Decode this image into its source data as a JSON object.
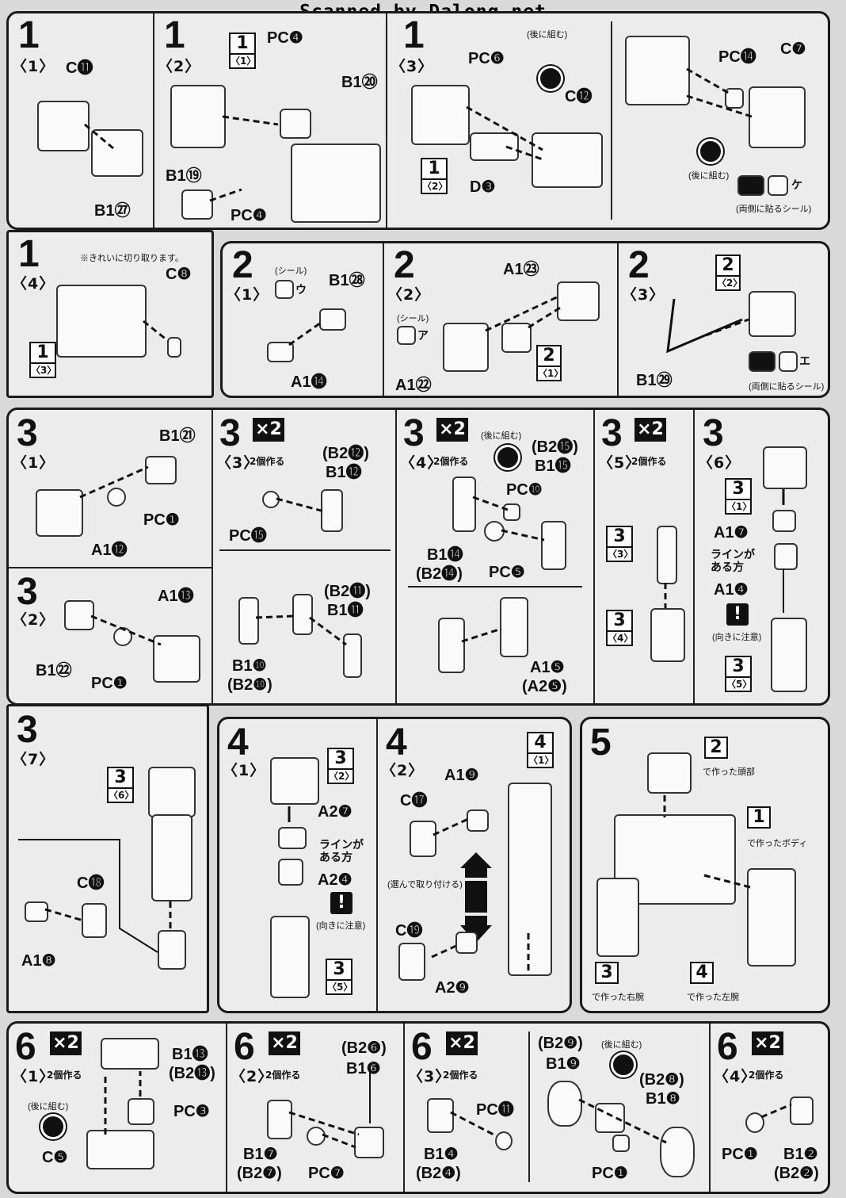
{
  "header": "Scanned by Dalong.net",
  "notes": {
    "clean_cut": "※きれいに切り取ります。",
    "seal": "(シール)",
    "both_sides": "(両側に貼るシール)",
    "assemble_later": "(後に組む)",
    "make_two": "2個作る",
    "lined_side": "ラインが ある方",
    "mind_direction": "(向きに注意)",
    "choose_attach": "(選んで取り付ける)",
    "head_from_2": "で作った頭部",
    "body_from_1": "で作ったボディ",
    "right_arm_from_3": "で作った右腕",
    "left_arm_from_4": "で作った左腕"
  },
  "multiplier": "×2",
  "steps": {
    "s1_1": {
      "num": "1",
      "sub": "〈1〉",
      "parts": [
        "C⓫",
        "B1㉗"
      ]
    },
    "s1_2": {
      "num": "1",
      "sub": "〈2〉",
      "parts": [
        "PC❹",
        "B1⑳",
        "B1⑲",
        "PC❹"
      ],
      "ref": {
        "n": "1",
        "s": "〈1〉"
      }
    },
    "s1_3": {
      "num": "1",
      "sub": "〈3〉",
      "parts": [
        "PC❻",
        "C⓬",
        "D❸",
        "PC⓮",
        "C❼"
      ],
      "ref": {
        "n": "1",
        "s": "〈2〉"
      },
      "seal": "ケ"
    },
    "s1_4": {
      "num": "1",
      "sub": "〈4〉",
      "parts": [
        "C❽"
      ],
      "ref": {
        "n": "1",
        "s": "〈3〉"
      }
    },
    "s2_1": {
      "num": "2",
      "sub": "〈1〉",
      "parts": [
        "B1㉘",
        "A1⓮"
      ],
      "seal": "ウ"
    },
    "s2_2": {
      "num": "2",
      "sub": "〈2〉",
      "parts": [
        "A1㉓",
        "A1㉒"
      ],
      "seal": "ア",
      "ref": {
        "n": "2",
        "s": "〈1〉"
      }
    },
    "s2_3": {
      "num": "2",
      "sub": "〈3〉",
      "parts": [
        "B1㉙"
      ],
      "seal": "エ",
      "ref": {
        "n": "2",
        "s": "〈2〉"
      }
    },
    "s3_1": {
      "num": "3",
      "sub": "〈1〉",
      "parts": [
        "B1㉑",
        "PC❶",
        "A1⓬"
      ]
    },
    "s3_2": {
      "num": "3",
      "sub": "〈2〉",
      "parts": [
        "A1⓭",
        "B1㉒",
        "PC❶"
      ]
    },
    "s3_3": {
      "num": "3",
      "sub": "〈3〉",
      "parts": [
        "(B2⓬)",
        "B1⓬",
        "PC⓯",
        "(B2⓫)",
        "B1⓫",
        "B1❿",
        "(B2❿)"
      ]
    },
    "s3_4": {
      "num": "3",
      "sub": "〈4〉",
      "parts": [
        "(B2⓯)",
        "B1⓯",
        "PC❿",
        "B1⓮",
        "(B2⓮)",
        "PC❺",
        "A1❺",
        "(A2❺)"
      ]
    },
    "s3_5": {
      "num": "3",
      "sub": "〈5〉",
      "refs": [
        {
          "n": "3",
          "s": "〈3〉"
        },
        {
          "n": "3",
          "s": "〈4〉"
        }
      ]
    },
    "s3_6": {
      "num": "3",
      "sub": "〈6〉",
      "parts": [
        "A1❼",
        "A1❹"
      ],
      "refs": [
        {
          "n": "3",
          "s": "〈1〉"
        },
        {
          "n": "3",
          "s": "〈5〉"
        }
      ]
    },
    "s3_7": {
      "num": "3",
      "sub": "〈7〉",
      "parts": [
        "C⓲",
        "A1❽"
      ],
      "ref": {
        "n": "3",
        "s": "〈6〉"
      }
    },
    "s4_1": {
      "num": "4",
      "sub": "〈1〉",
      "parts": [
        "A2❼",
        "A2❹"
      ],
      "refs": [
        {
          "n": "3",
          "s": "〈2〉"
        },
        {
          "n": "3",
          "s": "〈5〉"
        }
      ]
    },
    "s4_2": {
      "num": "4",
      "sub": "〈2〉",
      "parts": [
        "A1❾",
        "C⓱",
        "C⓳",
        "A2❾"
      ],
      "ref": {
        "n": "4",
        "s": "〈1〉"
      }
    },
    "s5": {
      "num": "5",
      "refs": [
        {
          "n": "2"
        },
        {
          "n": "1"
        },
        {
          "n": "3"
        },
        {
          "n": "4"
        }
      ]
    },
    "s6_1": {
      "num": "6",
      "sub": "〈1〉",
      "parts": [
        "B1⓭",
        "(B2⓭)",
        "PC❸",
        "C❺"
      ]
    },
    "s6_2": {
      "num": "6",
      "sub": "〈2〉",
      "parts": [
        "(B2❻)",
        "B1❻",
        "B1❼",
        "(B2❼)",
        "PC❼"
      ]
    },
    "s6_3": {
      "num": "6",
      "sub": "〈3〉",
      "parts": [
        "PC⓫",
        "B1❹",
        "(B2❹)",
        "(B2❾)",
        "B1❾",
        "(B2❽)",
        "B1❽",
        "PC❶"
      ]
    },
    "s6_4": {
      "num": "6",
      "sub": "〈4〉",
      "parts": [
        "PC❶",
        "B1❷",
        "(B2❷)"
      ]
    }
  },
  "colors": {
    "ink": "#111111",
    "paper": "#ececec",
    "background": "#d9d9d9"
  }
}
